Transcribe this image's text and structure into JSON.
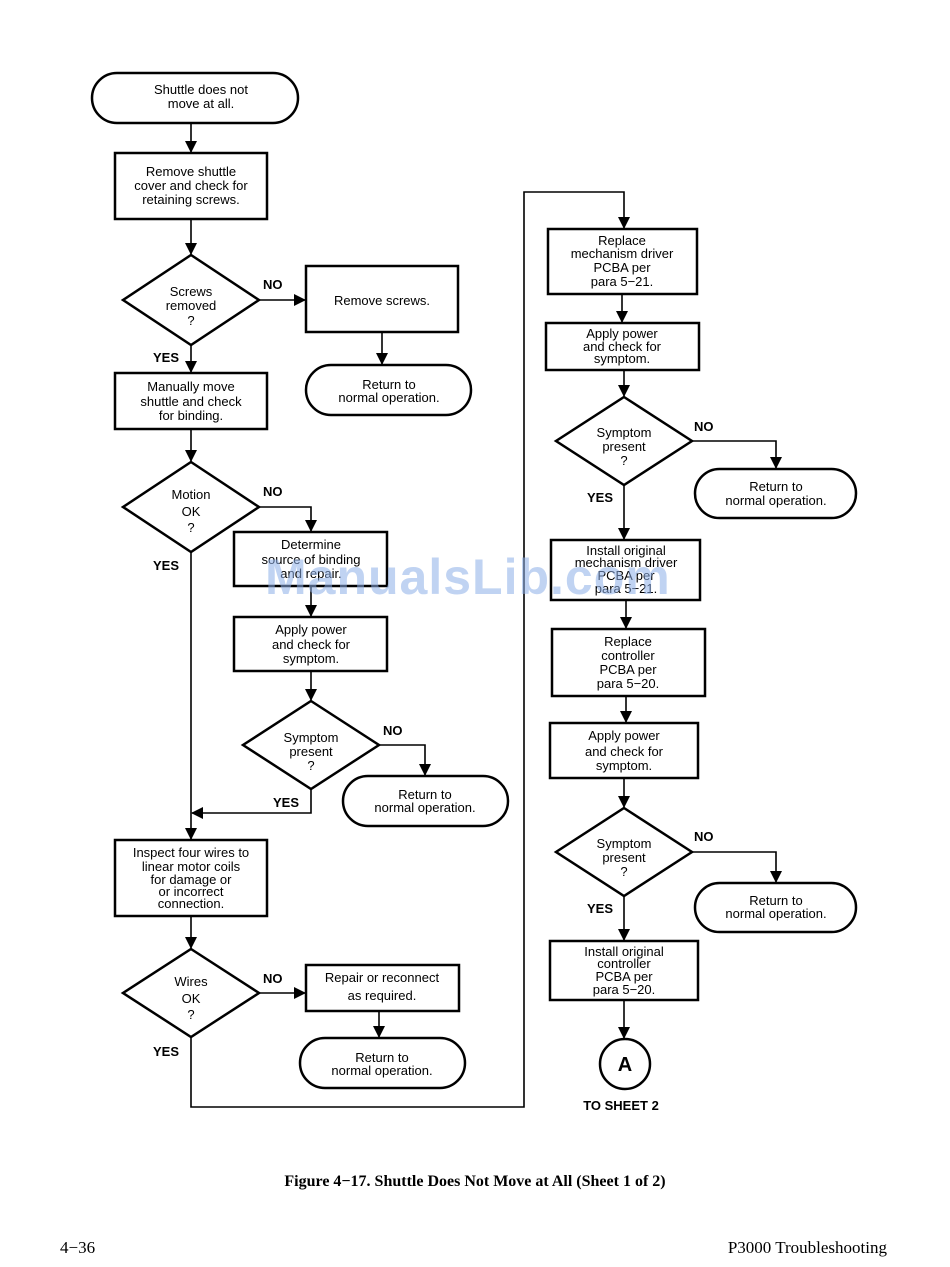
{
  "flowchart": {
    "start": "Shuttle does not move at all.",
    "remove_cover": "Remove shuttle cover and check for retaining screws.",
    "screws_removed": "Screws removed ?",
    "remove_screws": "Remove screws.",
    "return_normal_1": "Return to normal operation.",
    "manually_move": "Manually move shuttle and check for binding.",
    "motion_ok": "Motion OK ?",
    "determine_binding": "Determine source of binding and repair.",
    "apply_power_1": "Apply power and check for symptom.",
    "symptom_present_1": "Symptom present ?",
    "return_normal_2": "Return to normal operation.",
    "inspect_wires": "Inspect four wires to linear motor coils for damage or or incorrect connection.",
    "wires_ok": "Wires OK ?",
    "repair_reconnect": "Repair or reconnect as required.",
    "return_normal_3": "Return to normal operation.",
    "replace_mech_driver": "Replace mechanism driver PCBA per para 5−21.",
    "apply_power_2": "Apply power and check for symptom.",
    "symptom_present_2": "Symptom present ?",
    "return_normal_4": "Return to normal operation.",
    "install_orig_mech": "Install original mechanism driver PCBA per para 5−21.",
    "replace_controller": "Replace controller PCBA per para 5−20.",
    "apply_power_3": "Apply power and check for symptom.",
    "symptom_present_3": "Symptom present ?",
    "return_normal_5": "Return to normal operation.",
    "install_orig_controller": "Install original controller PCBA per para 5−20.",
    "connector": "A",
    "to_sheet": "TO SHEET 2",
    "yes": "YES",
    "no": "NO"
  },
  "caption": "Figure 4−17. Shuttle Does Not Move at All (Sheet 1 of 2)",
  "footer": {
    "page_number": "4−36",
    "doc_title": "P3000 Troubleshooting"
  },
  "watermark": "ManualsLib.com"
}
